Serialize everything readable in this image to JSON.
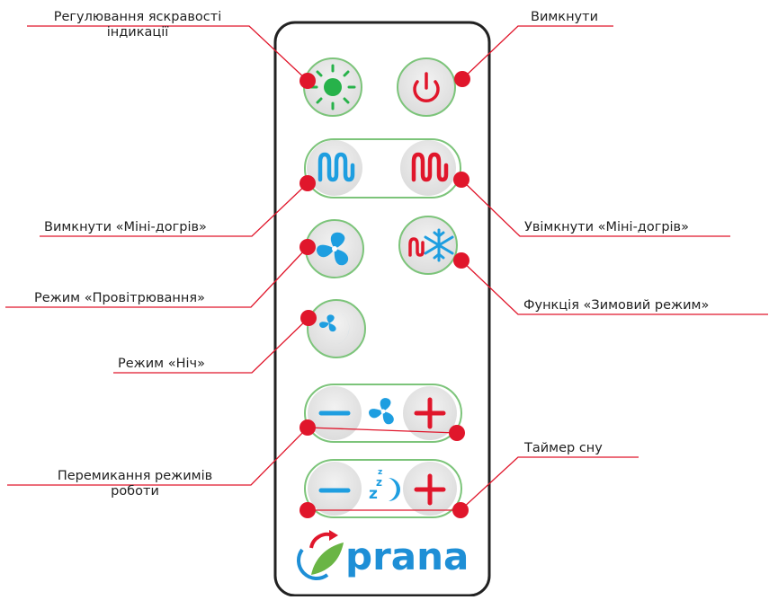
{
  "diagram": {
    "labels": {
      "brightness": [
        "Регулювання яскравості",
        "індикації"
      ],
      "power_off": "Вимкнути",
      "mini_heat_off": "Вимкнути «Міні-догрів»",
      "mini_heat_on": "Увімкнути «Міні-догрів»",
      "ventilation": "Режим «Провітрювання»",
      "winter": "Функція «Зимовий режим»",
      "night": "Режим «Ніч»",
      "modes": [
        "Перемикання режимів",
        "роботи"
      ],
      "sleep_timer": "Таймер сну"
    },
    "logo_text": "prana",
    "colors": {
      "callout": "#e0162b",
      "button_green": "#7cc47a",
      "button_fill": "#e6e6e6",
      "blue_icon": "#1e9ee0",
      "red_icon": "#e0162b",
      "green_led": "#27b24a",
      "logo_blue": "#1e8fd6",
      "logo_green": "#6ab545"
    }
  }
}
